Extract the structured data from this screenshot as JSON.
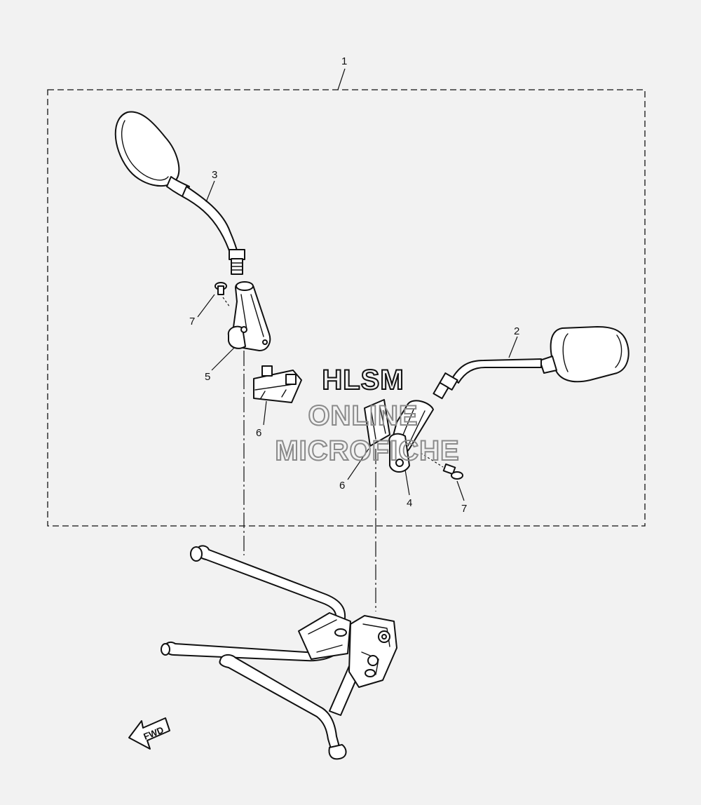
{
  "callouts": {
    "c1": "1",
    "c2": "2",
    "c3": "3",
    "c4": "4",
    "c5": "5",
    "c6a": "6",
    "c6b": "6",
    "c7a": "7",
    "c7b": "7"
  },
  "watermark": {
    "line1": "HLSM",
    "line2": "ONLINE",
    "line3": "MICROFICHE",
    "color": "#111111",
    "faint_color": "#8a8a8a"
  },
  "fwd_label": "FWD"
}
